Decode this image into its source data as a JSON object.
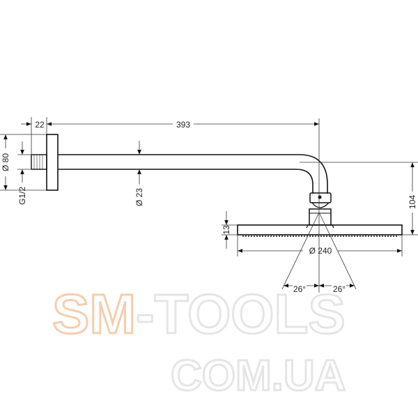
{
  "dimensions": {
    "flange_depth": "22",
    "arm_length": "393",
    "flange_diameter": "Ø 80",
    "thread": "G1/2",
    "arm_diameter": "Ø 23",
    "head_height": "13",
    "drop_height": "104",
    "head_diameter": "Ø 240",
    "angle_left": "26°",
    "angle_right": "26°"
  },
  "watermark": {
    "line1_a": "SM",
    "line1_b": "-TOOLS",
    "line2": "COM.UA",
    "color_a": "#f5cfae",
    "color_b": "#e6e6e6"
  }
}
